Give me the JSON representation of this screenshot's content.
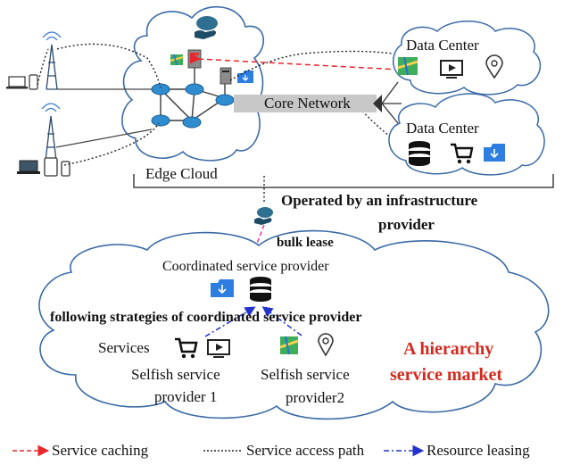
{
  "labels": {
    "data_center_top": "Data Center",
    "data_center_bottom": "Data Center",
    "core_network": "Core Network",
    "edge_cloud": "Edge Cloud",
    "operated_by": "Operated by an infrastructure provider",
    "operated_line1": "Operated by an infrastructure",
    "operated_line2": "provider",
    "bulk_lease": "bulk lease",
    "coordinated_provider": "Coordinated service provider",
    "following": "following strategies of coordinated service provider",
    "services": "Services",
    "selfish1_line1": "Selfish service",
    "selfish1_line2": "provider 1",
    "selfish2_line1": "Selfish service",
    "selfish2_line2": "provider2",
    "hierarchy_line1": "A hierarchy",
    "hierarchy_line2": "service market"
  },
  "legend": {
    "service_caching": "Service caching",
    "service_access_path": "Service access path",
    "resource_leasing": "Resource leasing"
  },
  "colors": {
    "caching_line": "#e8262b",
    "leasing_line": "#2233cc",
    "hierarchy_text": "#d42a1e",
    "cloud_stroke": "#3a6aa6",
    "router": "#2f8ccf",
    "core_bar": "#c8c8c8"
  },
  "icons": [
    "tower-icon",
    "laptop-icon",
    "phone-icon",
    "tablet-icon",
    "router-icon",
    "server-icon",
    "hand-cloud-icon",
    "map-icon",
    "play-icon",
    "location-pin-icon",
    "database-icon",
    "cart-icon",
    "folder-icon"
  ]
}
